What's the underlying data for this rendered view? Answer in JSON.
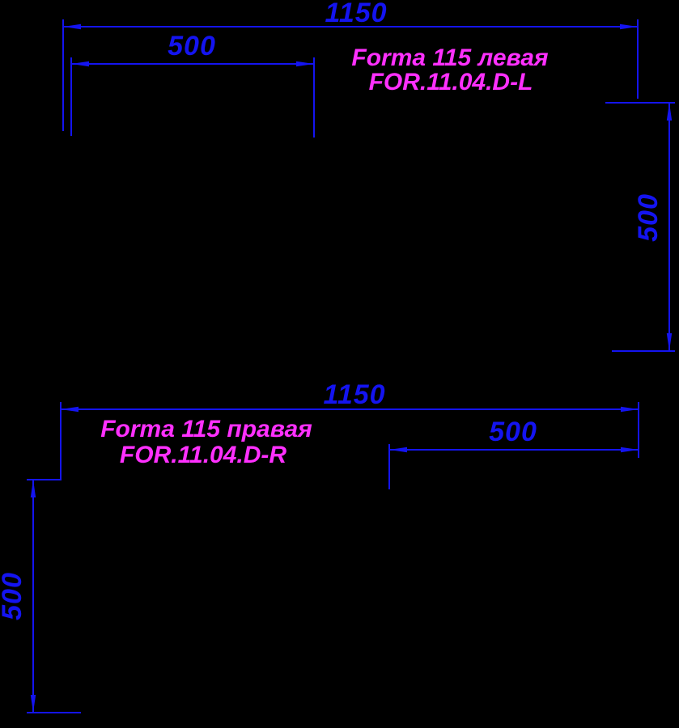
{
  "colors": {
    "background": "#000000",
    "dimension": "#1414f0",
    "label": "#ff30ff"
  },
  "drawings": [
    {
      "id": "left-form",
      "label_line1": "Forma 115 левая",
      "label_line2": "FOR.11.04.D-L",
      "width_dim": "1150",
      "section_dim": "500",
      "depth_dim": "500"
    },
    {
      "id": "right-form",
      "label_line1": "Forma 115 правая",
      "label_line2": "FOR.11.04.D-R",
      "width_dim": "1150",
      "section_dim": "500",
      "depth_dim": "500"
    }
  ]
}
